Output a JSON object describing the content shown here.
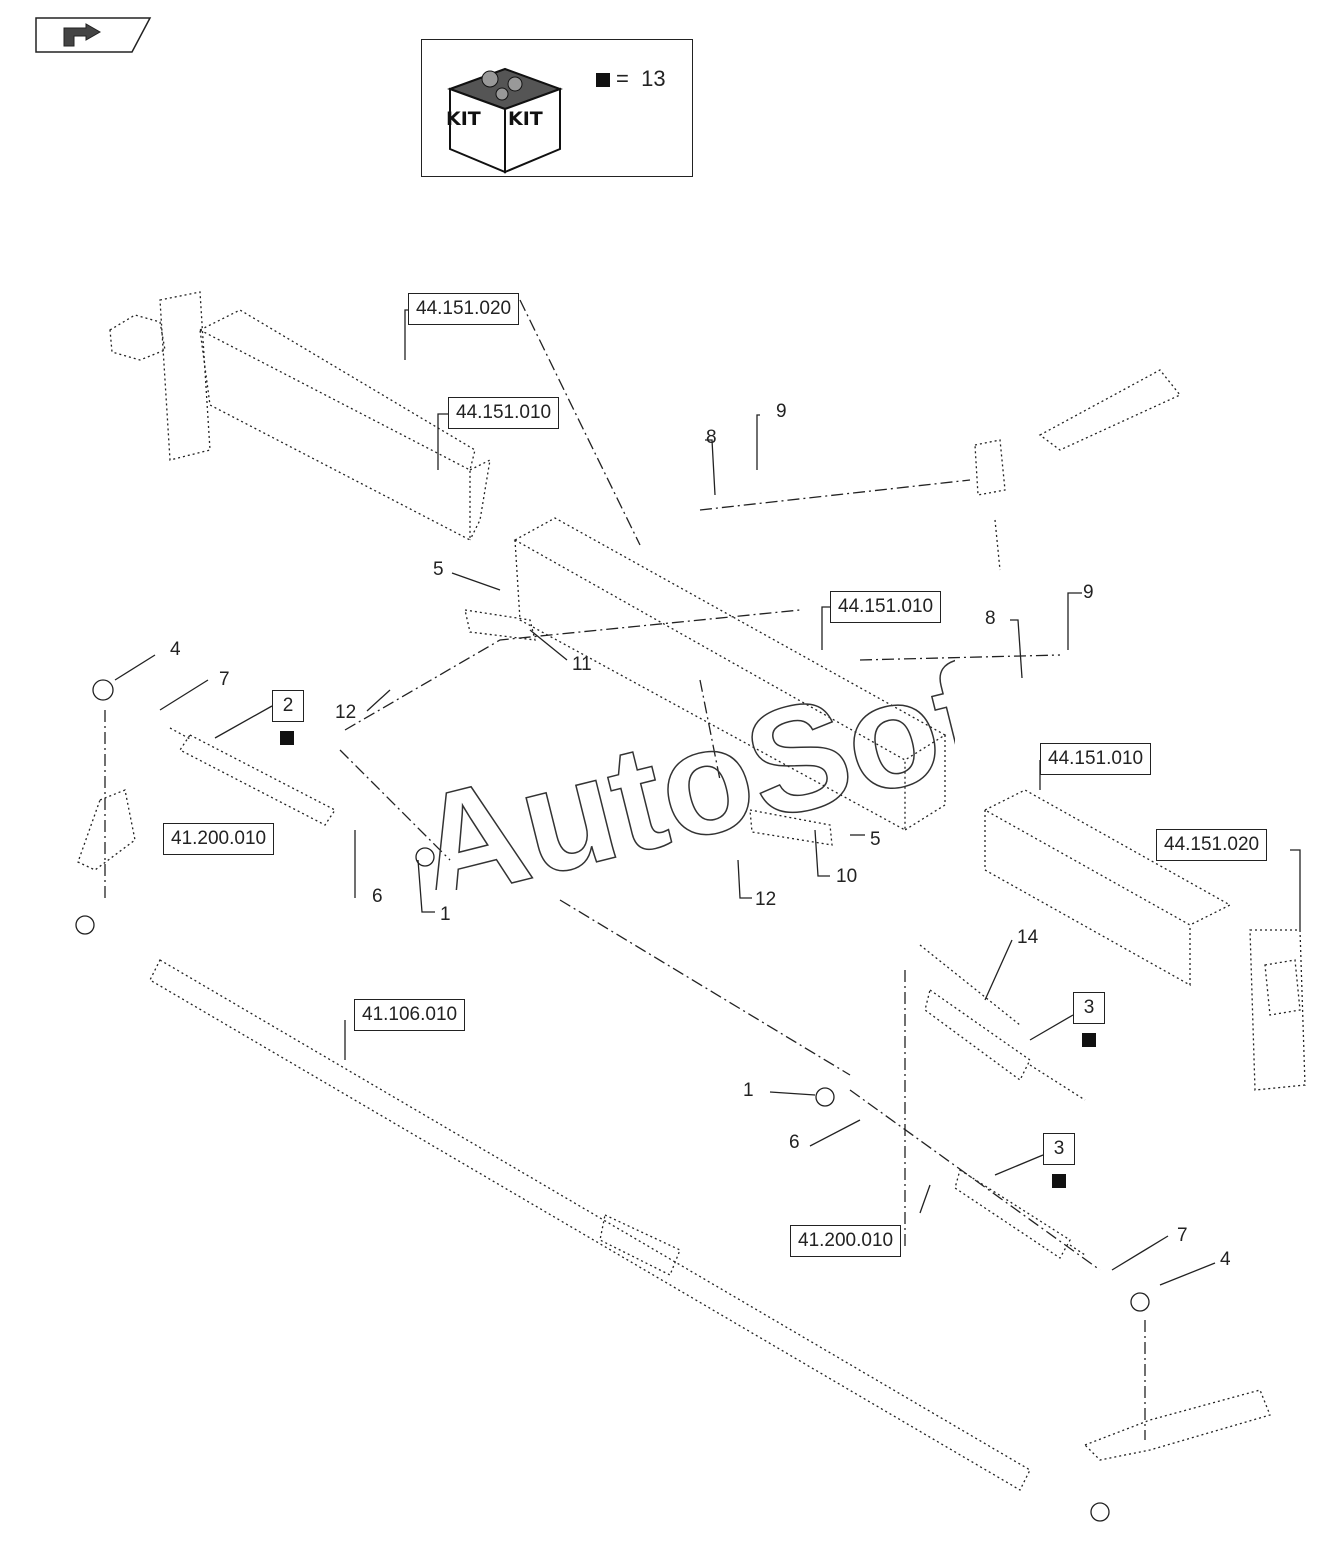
{
  "kit": {
    "icon_text_left": "KIT",
    "icon_text_right": "KIT",
    "equals": "=",
    "number": "13"
  },
  "ref_boxes": [
    "44.151.020",
    "44.151.010",
    "44.151.010",
    "44.151.010",
    "44.151.020",
    "41.200.010",
    "41.106.010",
    "41.200.010"
  ],
  "boxed_callouts": [
    "2",
    "3",
    "3"
  ],
  "callouts": [
    "9",
    "8",
    "5",
    "11",
    "9",
    "8",
    "4",
    "7",
    "12",
    "6",
    "1",
    "5",
    "10",
    "12",
    "14",
    "1",
    "6",
    "7",
    "4"
  ],
  "watermark": "AutoSoft"
}
